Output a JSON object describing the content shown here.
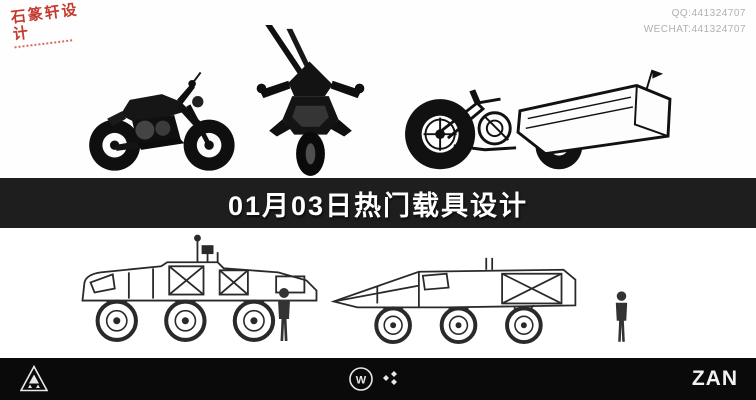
{
  "colors": {
    "stamp_red": "#c43a2e",
    "banner_bg": "#1e1e1e",
    "footer_bg": "#0a0a0a",
    "sketch_ink": "#1a1a1a",
    "contact_gray": "#b0b0b0"
  },
  "header": {
    "stamp": {
      "text": "石篆轩设计"
    },
    "contact": {
      "qq": "QQ:441324707",
      "wechat": "WECHAT:441324707"
    }
  },
  "banner": {
    "title": "01月03日热门载具设计"
  },
  "sketches": {
    "top": [
      "motorcycle-side-view-sketch",
      "motorcycle-front-view-sketch",
      "cargo-trike-sketch"
    ],
    "bottom": [
      "six-wheel-rover-sketch",
      "wedge-nose-truck-sketch"
    ],
    "scale_figure": "human-silhouette"
  },
  "footer": {
    "triangle_logo": "triangle-logo",
    "w_logo": "W",
    "dots_logo": "diamond-dots-logo",
    "brand": "ZAN"
  }
}
